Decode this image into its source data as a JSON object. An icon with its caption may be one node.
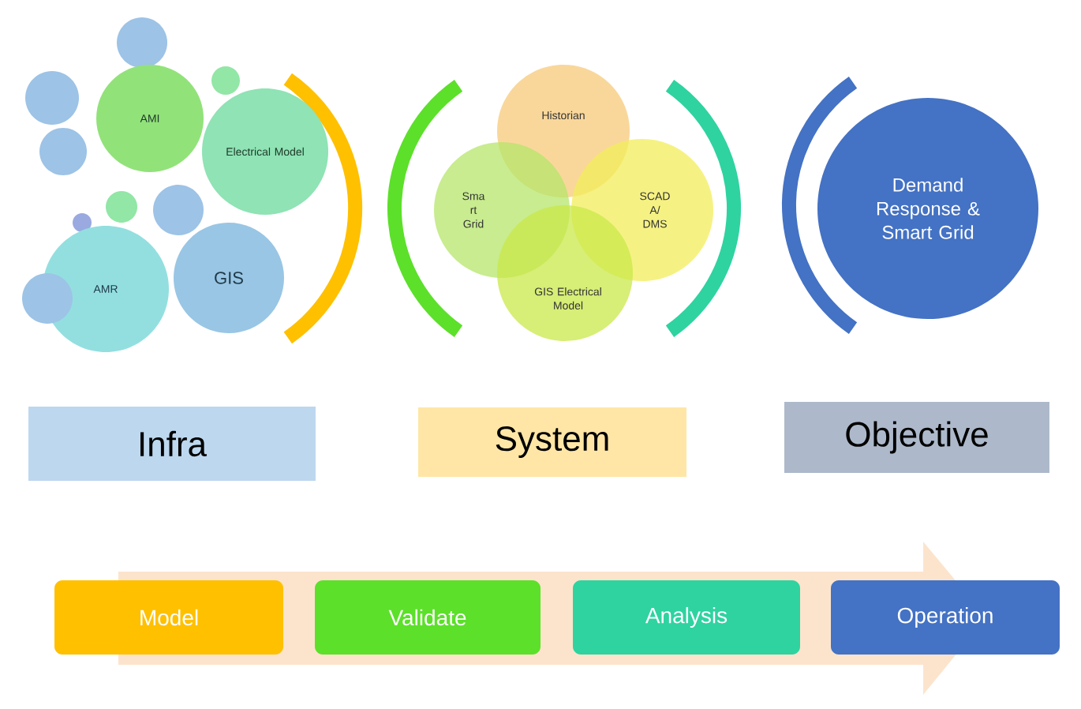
{
  "diagram": {
    "nodes": [
      {
        "text": [],
        "shape": "circle"
      },
      {
        "text": [],
        "shape": "circle"
      },
      {
        "text": [],
        "shape": "circle"
      },
      {
        "text": [
          "AMI"
        ]
      },
      {
        "text": [],
        "shape": "circle"
      },
      {
        "text": [
          "Electrical Model"
        ]
      },
      {
        "text": [],
        "shape": "circle"
      },
      {
        "text": [],
        "shape": "circle"
      },
      {
        "text": [],
        "shape": "circle"
      },
      {
        "text": [
          "AMR"
        ]
      },
      {
        "text": [
          "GIS"
        ]
      },
      {
        "text": [],
        "shape": "circle"
      },
      {
        "text": [
          "Historian"
        ]
      },
      {
        "text": [
          "Sma rt Grid"
        ]
      },
      {
        "text": [
          "SCAD A/ DMS"
        ]
      },
      {
        "text": [
          "GIS Electrical Model"
        ]
      },
      {
        "text": [
          "Demand Response & Smart Grid"
        ]
      },
      {
        "text": [
          "Infra"
        ]
      },
      {
        "text": [
          "System"
        ]
      },
      {
        "text": [
          "Objective"
        ]
      },
      {
        "text": [
          "Model"
        ]
      },
      {
        "text": [
          "Validate"
        ]
      },
      {
        "text": [
          "Analysis"
        ]
      },
      {
        "text": [
          "Operation"
        ]
      }
    ]
  }
}
